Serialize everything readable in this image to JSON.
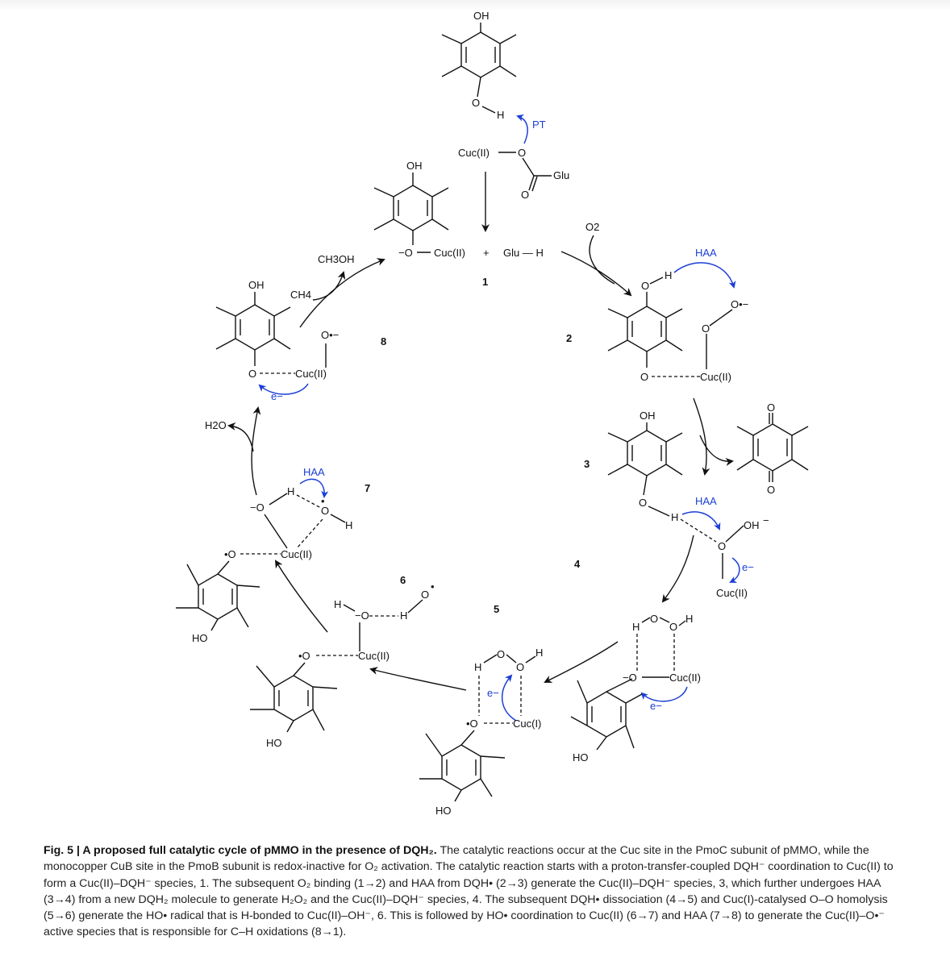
{
  "labels": {
    "oh": "OH",
    "ho": "HO",
    "h": "H",
    "o": "O",
    "o_radical_anion": "O•−",
    "o_anion": "−O",
    "o_radical": "•O",
    "cuc_ii": "Cuc(II)",
    "cuc_i": "Cuc(I)",
    "glu": "Glu",
    "glu_h": "Glu — H",
    "plus": "+",
    "o2": "O2",
    "ch4": "CH4",
    "ch3oh": "CH3OH",
    "h2o": "H2O",
    "e_minus": "e−",
    "pt": "PT",
    "haa": "HAA"
  },
  "steps": [
    "1",
    "2",
    "3",
    "4",
    "5",
    "6",
    "7",
    "8"
  ],
  "caption": {
    "title": "Fig. 5 | A proposed full catalytic cycle of pMMO in the presence of DQH₂.",
    "body": "The catalytic reactions occur at the Cuc site in the PmoC subunit of pMMO, while the monocopper CuB site in the PmoB subunit is redox-inactive for O₂ activation. The catalytic reaction starts with a proton-transfer-coupled DQH⁻ coordination to Cuc(II) to form a Cuc(II)–DQH⁻ species, 1. The subsequent O₂ binding (1→2) and HAA from DQH• (2→3) generate the Cuc(II)–DQH⁻ species, 3, which further undergoes HAA (3→4) from a new DQH₂ molecule to generate H₂O₂ and the Cuc(II)–DQH⁻ species, 4. The subsequent DQH• dissociation (4→5) and Cuc(I)-catalysed O–O homolysis (5→6) generate the HO• radical that is H-bonded to Cuc(II)–OH⁻, 6. This is followed by HO• coordination to Cuc(II) (6→7) and HAA (7→8) to generate the Cuc(II)–O•⁻ active species that is responsible for C–H oxidations (8→1)."
  },
  "colors": {
    "text": "#111111",
    "accent_blue": "#1b3fd6",
    "caption_text": "#222222"
  }
}
